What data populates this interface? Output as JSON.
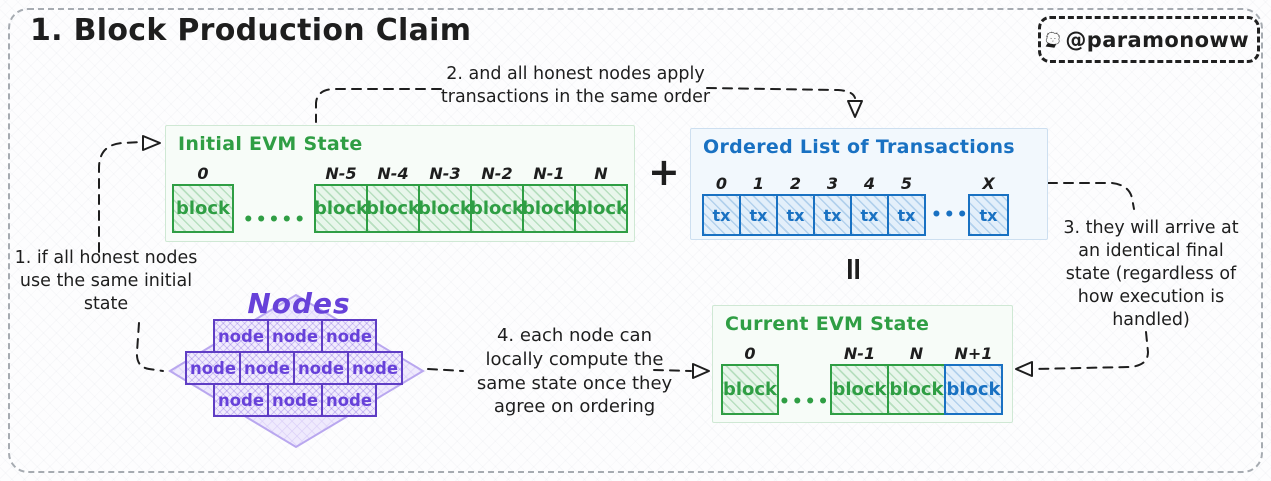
{
  "header": {
    "title": "1. Block Production Claim",
    "badge_handle": "@paramonoww"
  },
  "colors": {
    "green": "#2f9e44",
    "blue": "#1971c2",
    "purple": "#6741d9",
    "ink": "#1e1e1e"
  },
  "operators": {
    "plus": "+",
    "equals": "="
  },
  "notes": {
    "note1": {
      "lines": [
        "1. if all honest nodes",
        "use the same initial",
        "state"
      ]
    },
    "note2": {
      "lines": [
        "2. and all honest nodes apply",
        "transactions in the same order"
      ]
    },
    "note3": {
      "lines": [
        "3. they will arrive at",
        "an identical final",
        "state (regardless of",
        "how execution is",
        "handled)"
      ]
    },
    "note4": {
      "lines": [
        "4. each node can",
        "locally compute the",
        "same state once they",
        "agree on ordering"
      ]
    }
  },
  "initial_evm": {
    "title": "Initial EVM State",
    "first_label": "0",
    "labels": [
      "N-5",
      "N-4",
      "N-3",
      "N-2",
      "N-1",
      "N"
    ],
    "cell_text": "block",
    "dots": "•••••"
  },
  "ordered_list": {
    "title": "Ordered List of Transactions",
    "labels": [
      "0",
      "1",
      "2",
      "3",
      "4",
      "5"
    ],
    "last_label": "X",
    "cell_text": "tx",
    "dots": "•••••"
  },
  "nodes": {
    "title": "Nodes",
    "cell_text": "node"
  },
  "current_evm": {
    "title": "Current EVM State",
    "first_label": "0",
    "labels": [
      "N-1",
      "N",
      "N+1"
    ],
    "cell_text": "block",
    "dots": "•••••"
  }
}
